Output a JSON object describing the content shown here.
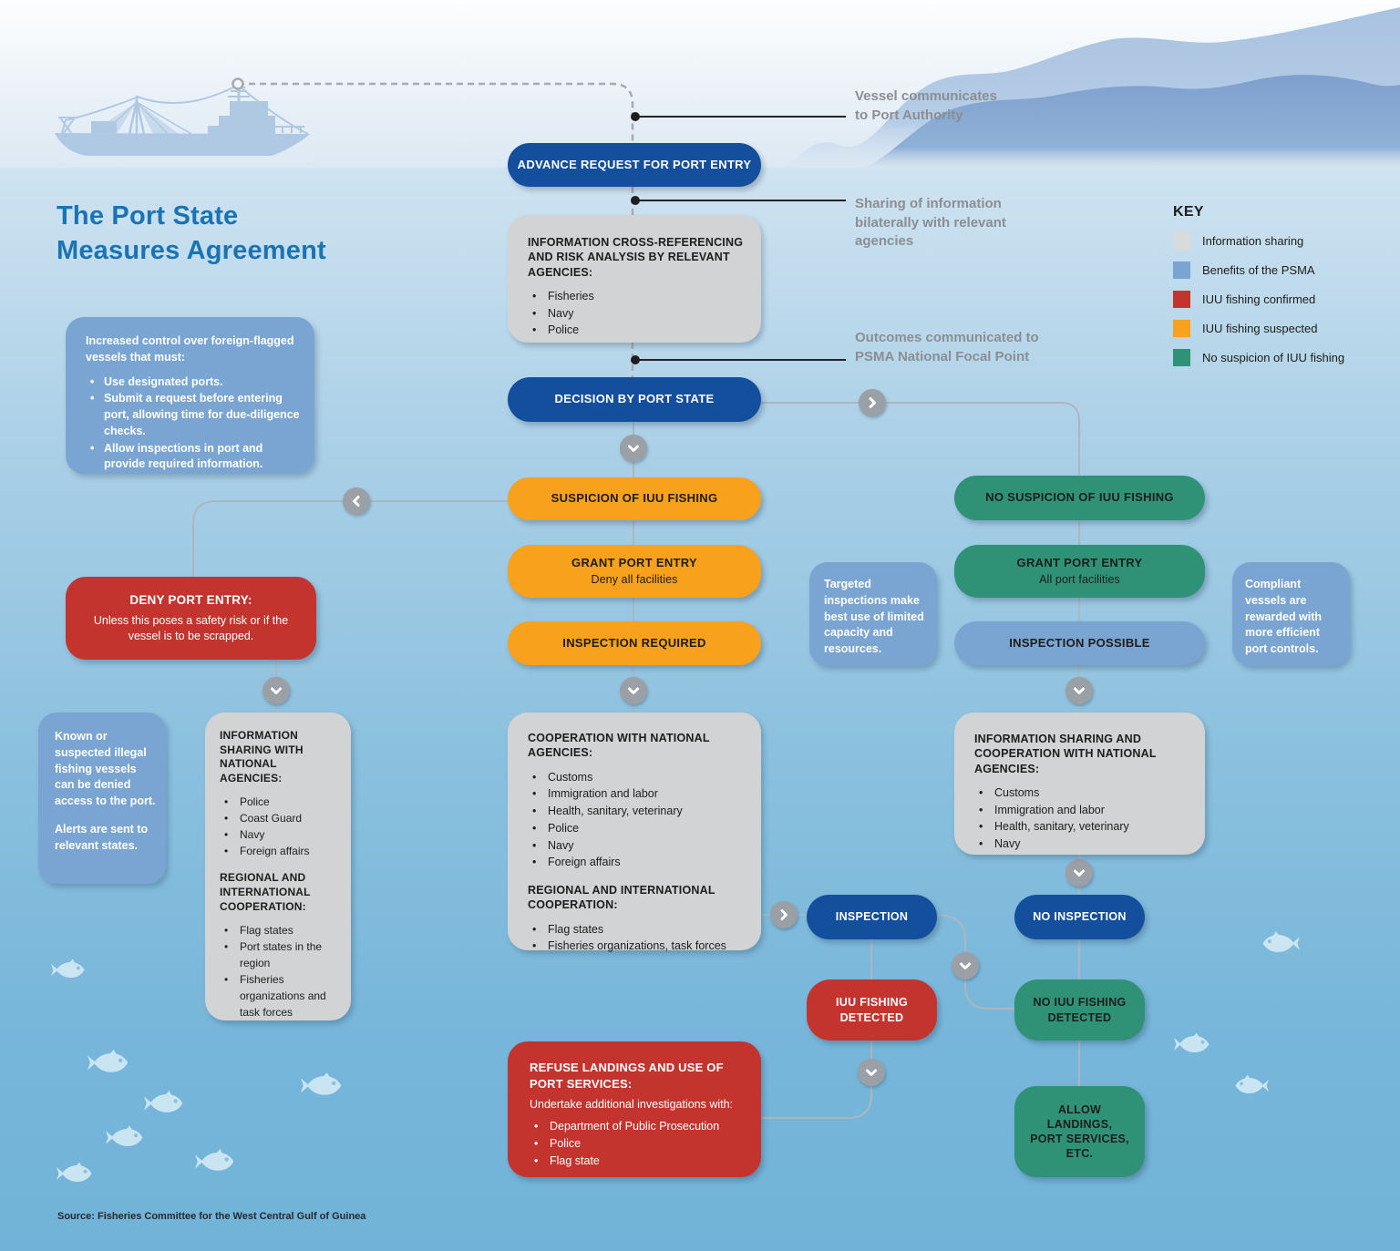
{
  "title": "The Port State\nMeasures Agreement",
  "source": "Source: Fisheries Committee for the West Central Gulf of Guinea",
  "annotations": {
    "vessel": "Vessel communicates\nto Port Authority",
    "sharing": "Sharing of information\nbilaterally with relevant\nagencies",
    "outcomes": "Outcomes communicated to\nPSMA National Focal Point"
  },
  "key": {
    "title": "KEY",
    "items": [
      {
        "label": "Information sharing",
        "color": "#d9dadb"
      },
      {
        "label": "Benefits of the PSMA",
        "color": "#7aa5d2"
      },
      {
        "label": "IUU fishing confirmed",
        "color": "#c4342f"
      },
      {
        "label": "IUU fishing suspected",
        "color": "#f7a11d"
      },
      {
        "label": "No suspicion of IUU fishing",
        "color": "#2f9277"
      }
    ]
  },
  "flow": {
    "advance_request": {
      "label": "ADVANCE REQUEST FOR PORT ENTRY"
    },
    "info_crossref": {
      "title": "INFORMATION CROSS-REFERENCING AND RISK ANALYSIS BY RELEVANT AGENCIES:",
      "bullets": [
        "Fisheries",
        "Navy",
        "Police"
      ]
    },
    "decision": {
      "label": "DECISION BY PORT STATE"
    },
    "suspicion": {
      "label": "SUSPICION OF IUU FISHING"
    },
    "grant_deny": {
      "label": "GRANT PORT ENTRY",
      "sub": "Deny all facilities"
    },
    "inspection_required": {
      "label": "INSPECTION REQUIRED"
    },
    "cooperation": {
      "title": "COOPERATION WITH NATIONAL AGENCIES:",
      "bullets": [
        "Customs",
        "Immigration and labor",
        "Health, sanitary, veterinary",
        "Police",
        "Navy",
        "Foreign affairs"
      ],
      "title2": "REGIONAL AND INTERNATIONAL COOPERATION:",
      "bullets2": [
        "Flag states",
        "Fisheries organizations, task forces"
      ]
    },
    "refuse": {
      "title": "REFUSE LANDINGS AND USE OF PORT SERVICES:",
      "sub": "Undertake additional investigations with:",
      "bullets": [
        "Department of Public Prosecution",
        "Police",
        "Flag state"
      ]
    },
    "deny": {
      "title": "DENY PORT ENTRY:",
      "body": "Unless this poses a safety risk or if the vessel is to be scrapped."
    },
    "info_sharing_left": {
      "title": "INFORMATION SHARING WITH NATIONAL AGENCIES:",
      "bullets": [
        "Police",
        "Coast Guard",
        "Navy",
        "Foreign affairs"
      ],
      "title2": "REGIONAL AND INTERNATIONAL COOPERATION:",
      "bullets2": [
        "Flag states",
        "Port states in the region",
        "Fisheries organizations and task forces"
      ]
    },
    "no_suspicion": {
      "label": "NO SUSPICION OF IUU FISHING"
    },
    "grant_all": {
      "label": "GRANT PORT ENTRY",
      "sub": "All port facilities"
    },
    "inspection_possible": {
      "label": "INSPECTION POSSIBLE"
    },
    "info_sharing_right": {
      "title": "INFORMATION SHARING AND COOPERATION WITH NATIONAL AGENCIES:",
      "bullets": [
        "Customs",
        "Immigration and labor",
        "Health, sanitary, veterinary",
        "Navy"
      ]
    },
    "inspection": {
      "label": "INSPECTION"
    },
    "no_inspection": {
      "label": "NO INSPECTION"
    },
    "iuu_detected": {
      "label": "IUU FISHING\nDETECTED"
    },
    "no_iuu_detected": {
      "label": "NO IUU FISHING\nDETECTED"
    },
    "allow": {
      "label": "ALLOW\nLANDINGS,\nPORT SERVICES,\nETC."
    }
  },
  "notes": {
    "increased_control": {
      "intro": "Increased control over foreign-flagged vessels that must:",
      "bullets": [
        "Use designated ports.",
        "Submit a request before entering port, allowing time for due-diligence checks.",
        "Allow inspections in port and provide required information."
      ]
    },
    "known_suspected": {
      "paragraphs": [
        "Known or suspected illegal fishing vessels can be denied access to the port.",
        "Alerts are sent to relevant states."
      ]
    },
    "targeted": "Targeted inspections make best use of limited capacity and resources.",
    "compliant": "Compliant vessels are rewarded with more efficient port controls."
  },
  "colors": {
    "dark_blue": "#134f9d",
    "orange": "#f7a11d",
    "green": "#2f9277",
    "red": "#c4342f",
    "note_blue": "#7aa5d2",
    "gray_box": "#d2d3d5",
    "title_blue": "#1a74b3",
    "annotation_gray": "#8b8e92",
    "line_gray": "#aeb6bd",
    "sea_top": "#cfe3f1",
    "sea_bottom": "#71b3d8"
  }
}
